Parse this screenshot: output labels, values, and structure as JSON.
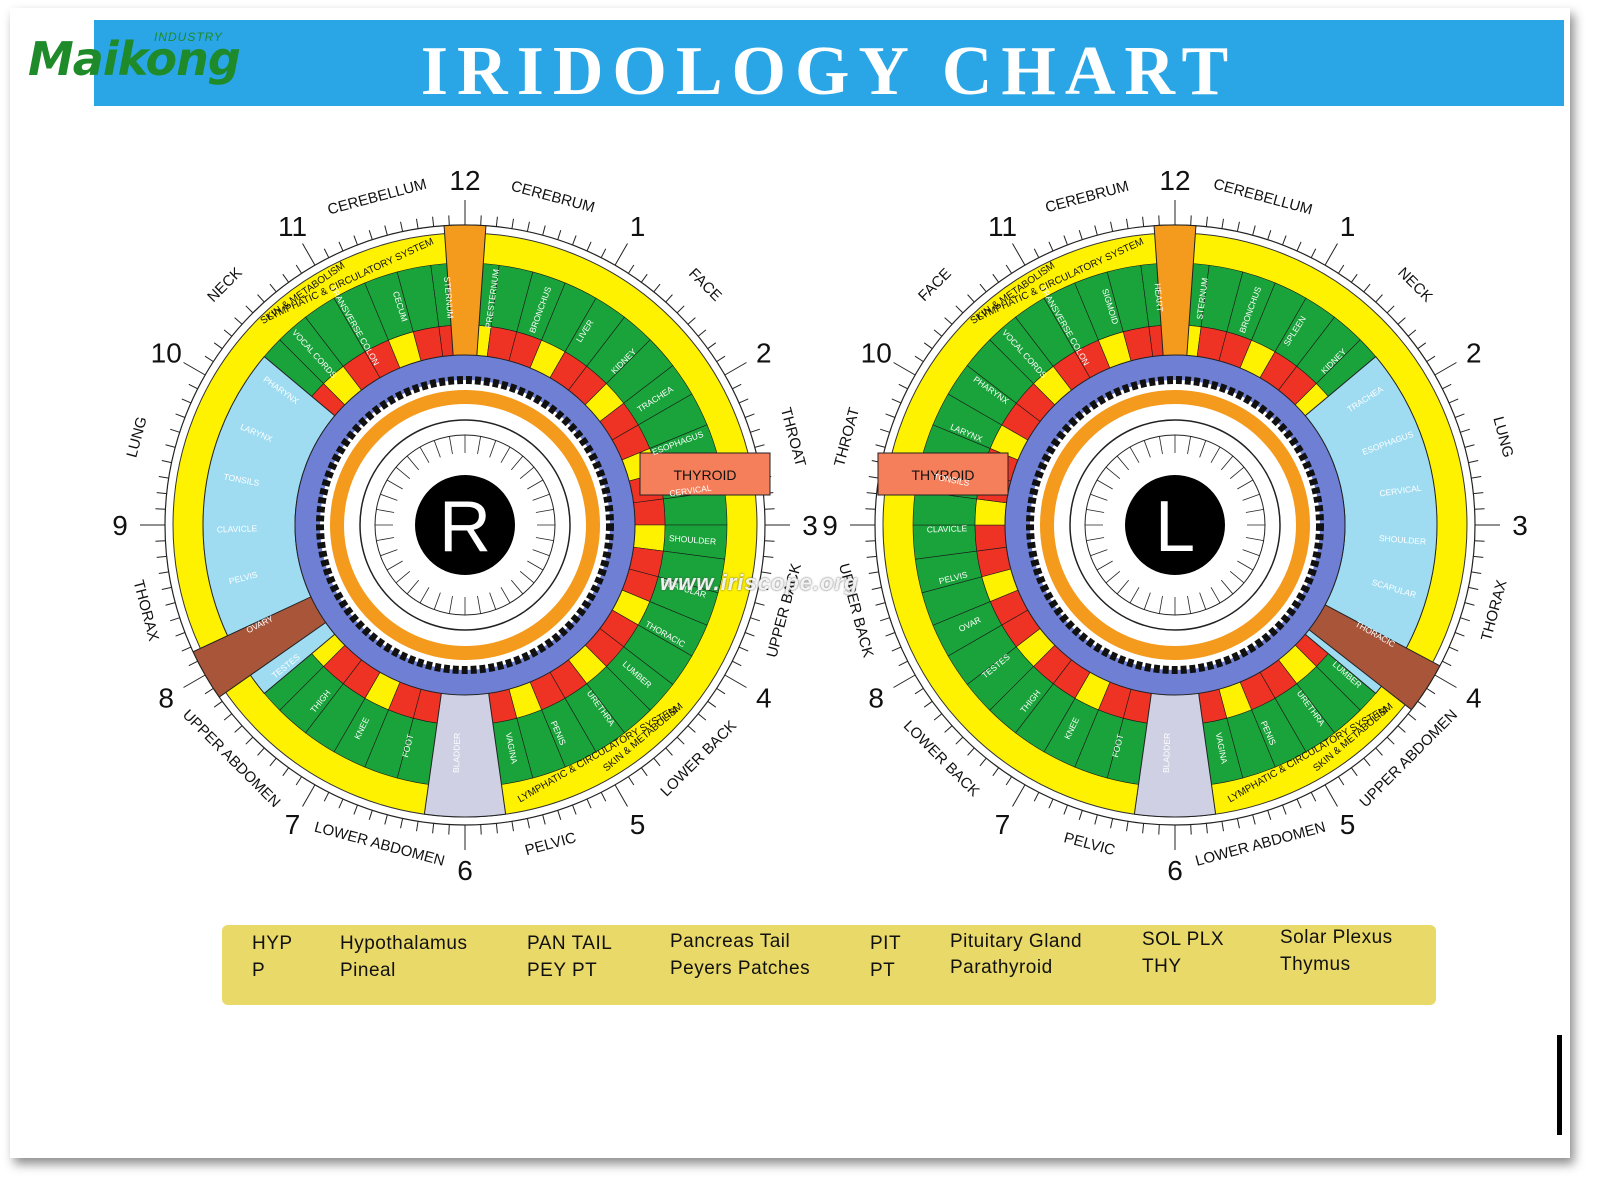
{
  "logo": {
    "word": "Maikong",
    "sub": "INDUSTRY"
  },
  "title": "IRIDOLOGY CHART",
  "watermark": "www.iriscope.org",
  "colors": {
    "banner": "#2aa6e6",
    "yellow": "#fff200",
    "green": "#19a33a",
    "red": "#ee3224",
    "blue": "#6e7fd4",
    "lightblue": "#9fdcf2",
    "orange": "#f49a1c",
    "legend": "#e9d968"
  },
  "right_eye": {
    "letter": "R",
    "clock": [
      "12",
      "1",
      "2",
      "3",
      "4",
      "5",
      "6",
      "7",
      "8",
      "9",
      "10",
      "11"
    ],
    "outer_labels": [
      "CEREBRUM",
      "FACE",
      "THROAT",
      "UPPER BACK",
      "LOWER BACK",
      "PELVIC",
      "LOWER ABDOMEN",
      "UPPER ABDOMEN",
      "THORAX",
      "LUNG",
      "NECK",
      "CEREBELLUM"
    ],
    "zone_labels": [
      "THYROID",
      "BRONCHUS",
      "LIVER",
      "KIDNEY",
      "TRACHEA",
      "ESOPHAGUS",
      "CERVICAL",
      "SHOULDER",
      "SCAPULAR",
      "THORACIC",
      "LUMBER",
      "URETHRA",
      "PENIS",
      "VAGINA",
      "BLADDER",
      "FOOT",
      "KNEE",
      "THIGH",
      "TESTES",
      "OVARY",
      "PELVIS",
      "CLAVICLE",
      "TONSILS",
      "LARYNX",
      "PHARYNX",
      "VOCAL CORDS",
      "TRANSVERSE COLON",
      "CECUM",
      "STERNUM",
      "PRESTERNUM"
    ],
    "band_labels": [
      "SKIN & METABOLISM",
      "LYMPHATIC & CIRCULATORY SYSTEM",
      "SKIN & METABOLISM",
      "LYMPHATIC & CIRCULATORY SYSTEM"
    ]
  },
  "left_eye": {
    "letter": "L",
    "clock": [
      "12",
      "1",
      "2",
      "3",
      "4",
      "5",
      "6",
      "7",
      "8",
      "9",
      "10",
      "11"
    ],
    "outer_labels": [
      "CEREBELLUM",
      "NECK",
      "LUNG",
      "THORAX",
      "UPPER ABDOMEN",
      "LOWER ABDOMEN",
      "PELVIC",
      "LOWER BACK",
      "UPPER BACK",
      "THROAT",
      "FACE",
      "CEREBRUM"
    ],
    "zone_labels": [
      "THYROID",
      "BRONCHUS",
      "SPLEEN",
      "KIDNEY",
      "TRACHEA",
      "ESOPHAGUS",
      "CERVICAL",
      "SHOULDER",
      "SCAPULAR",
      "THORACIC",
      "LUMBER",
      "URETHRA",
      "PENIS",
      "VAGINA",
      "BLADDER",
      "FOOT",
      "KNEE",
      "THIGH",
      "TESTES",
      "OVAR",
      "PELVIS",
      "CLAVICLE",
      "TONSILS",
      "LARYNX",
      "PHARYNX",
      "VOCAL CORDS",
      "TRANSVERSE COLON",
      "SIGMOID",
      "HEART",
      "STERNUM"
    ],
    "band_labels": [
      "SKIN & METABOLISM",
      "LYMPHATIC & CIRCULATORY SYSTEM",
      "SKIN & METABOLISM",
      "LYMPHATIC & CIRCULATORY SYSTEM"
    ]
  },
  "legend": [
    {
      "abbr": "HYP",
      "full": "Hypothalamus"
    },
    {
      "abbr": "P",
      "full": "Pineal"
    },
    {
      "abbr": "PAN TAIL",
      "full": "Pancreas Tail"
    },
    {
      "abbr": "PEY PT",
      "full": "Peyers Patches"
    },
    {
      "abbr": "PIT",
      "full": "Pituitary Gland"
    },
    {
      "abbr": "PT",
      "full": "Parathyroid"
    },
    {
      "abbr": "SOL PLX",
      "full": "Solar Plexus"
    },
    {
      "abbr": "THY",
      "full": "Thymus"
    }
  ]
}
